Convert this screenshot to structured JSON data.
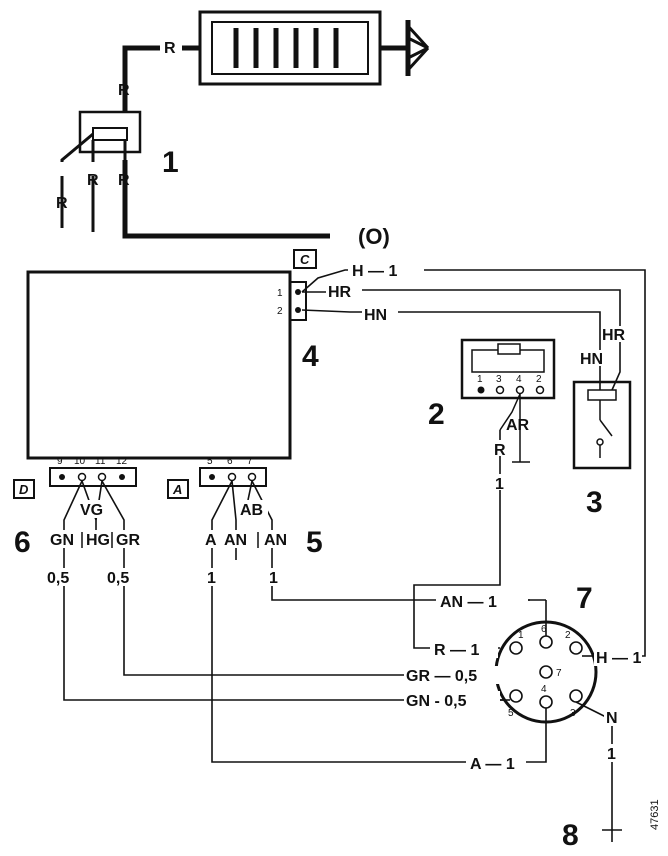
{
  "callouts": [
    "1",
    "2",
    "3",
    "4",
    "5",
    "6",
    "7",
    "8"
  ],
  "wires": {
    "R": "R",
    "H_1": "H — 1",
    "HR": "HR",
    "HN": "HN",
    "AR": "AR",
    "one": "1",
    "VG": "VG",
    "GN": "GN",
    "HG": "HG",
    "GR": "GR",
    "half": "0,5",
    "AB": "AB",
    "A": "A",
    "AN": "AN",
    "AN_1": "AN — 1",
    "R_1": "R — 1",
    "GR_05": "GR — 0,5",
    "GN_05": "GN - 0,5",
    "A_1": "A — 1",
    "N": "N"
  },
  "connectors": {
    "C": "C",
    "A": "A",
    "D": "D",
    "pins_c": [
      "1",
      "2"
    ],
    "pins_d": [
      "9",
      "10",
      "11",
      "12"
    ],
    "pins_a": [
      "5",
      "6",
      "7"
    ],
    "pins_relay": [
      "1",
      "3",
      "4",
      "2"
    ],
    "pins_round": [
      "1",
      "2",
      "3",
      "4",
      "5",
      "6",
      "7"
    ]
  },
  "aerial_symbol": "(O)",
  "reference": "47631"
}
